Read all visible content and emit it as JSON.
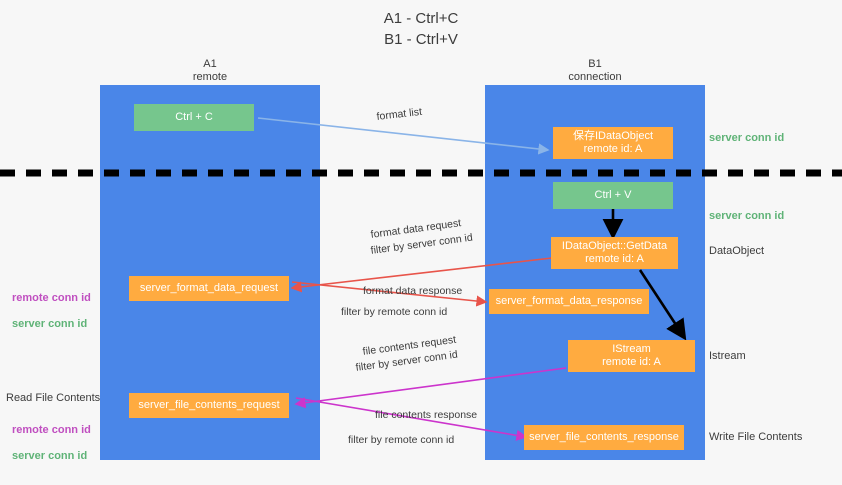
{
  "title": "A1 - Ctrl+C\nB1 - Ctrl+V",
  "colors": {
    "lane": "#4a86e8",
    "green_box": "#76c68d",
    "orange_box": "#ffab40",
    "server_conn_id": "#5fb377",
    "remote_conn_id": "#c04fc0",
    "divider": "#000000",
    "arrow_format_list": "#8ab4e8",
    "arrow_format_data": "#e8544a",
    "arrow_file_contents": "#cc34cc",
    "arrow_internal": "#000000",
    "background": "#f7f7f7"
  },
  "lanes": [
    {
      "name": "a1",
      "header": "A1\nremote"
    },
    {
      "name": "b1",
      "header": "B1\nconnection"
    }
  ],
  "divider": {
    "style": "dashed",
    "label": ""
  },
  "boxes": {
    "ctrl_c": "Ctrl + C",
    "store_idataobject": "保存IDataObject\nremote id: A",
    "ctrl_v": "Ctrl + V",
    "getdata": "IDataObject::GetData\nremote id: A",
    "istream": "IStream\nremote id: A",
    "server_format_data_request": "server_format_data_request",
    "server_format_data_response": "server_format_data_response",
    "server_file_contents_request": "server_file_contents_request",
    "server_file_contents_response": "server_file_contents_response"
  },
  "arrow_labels": {
    "format_list": "format list",
    "format_data_request": "format data request",
    "format_data_request_filter_prefix": "filter by ",
    "format_data_request_filter_value": "server conn id",
    "format_data_response": "format data response",
    "format_data_response_filter_prefix": "filter by ",
    "format_data_response_filter_value": "remote conn id",
    "file_contents_request": "file contents request",
    "file_contents_request_filter_prefix": "filter by ",
    "file_contents_request_filter_value": "server conn id",
    "file_contents_response": "file contents response",
    "file_contents_response_filter_prefix": "filter by ",
    "file_contents_response_filter_value": "remote conn id"
  },
  "right_annotations": {
    "server_conn_id_top": "server conn id",
    "server_conn_id_mid": "server conn id",
    "dataobject": "DataObject",
    "istream": "Istream",
    "write_file_contents": "Write File Contents"
  },
  "left_annotations": {
    "conn_ids_mid": "remote conn id\nserver conn id",
    "read_file_contents": "Read File Contents",
    "conn_ids_low": "remote conn id\nserver conn id"
  }
}
